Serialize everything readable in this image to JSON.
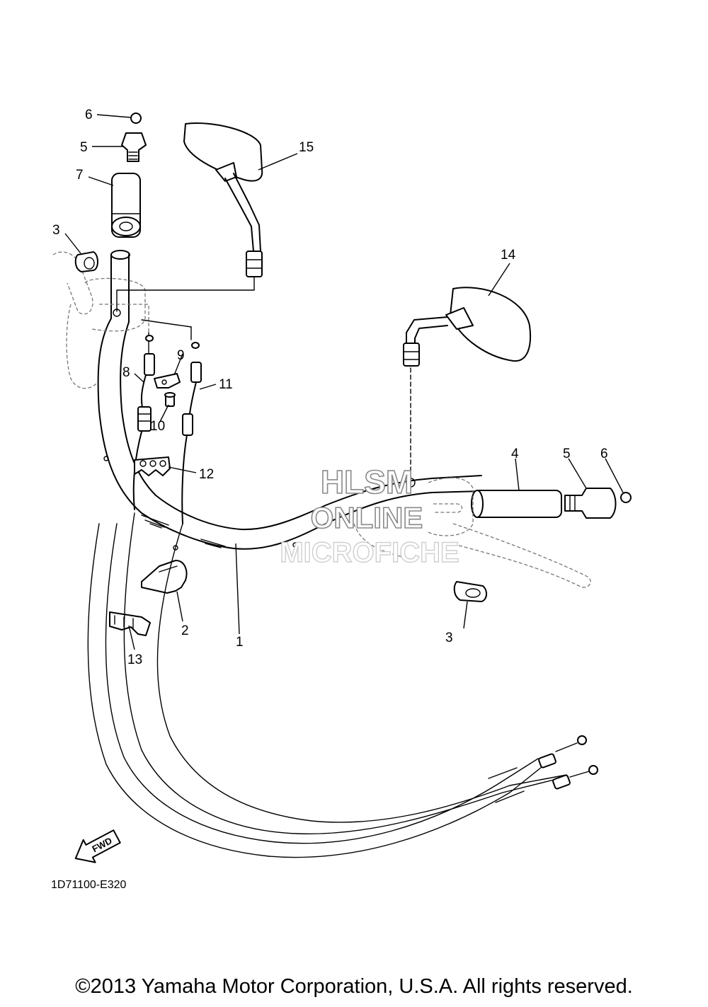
{
  "diagram": {
    "callouts": {
      "c1": "1",
      "c2": "2",
      "c3a": "3",
      "c3b": "3",
      "c4": "4",
      "c5a": "5",
      "c5b": "5",
      "c6a": "6",
      "c6b": "6",
      "c7": "7",
      "c8": "8",
      "c9": "9",
      "c10": "10",
      "c11": "11",
      "c12": "12",
      "c13": "13",
      "c14": "14",
      "c15": "15"
    },
    "direction_label": "FWD",
    "drawing_code": "1D71100-E320",
    "watermark": {
      "line1": "HLSM",
      "line2": "ONLINE",
      "line3": "MICROFICHE"
    }
  },
  "footer": {
    "copyright": "©2013 Yamaha Motor Corporation, U.S.A. All rights reserved."
  }
}
